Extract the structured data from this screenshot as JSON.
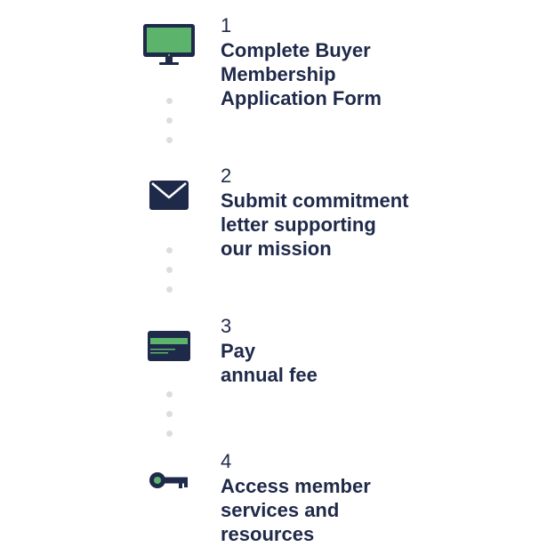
{
  "colors": {
    "navy": "#1f2a4a",
    "green": "#5cb46c",
    "dot_gray": "#dcdde2"
  },
  "steps": [
    {
      "number": "1",
      "title_lines": [
        "Complete Buyer",
        "Membership",
        "Application Form"
      ],
      "icon": "monitor-icon"
    },
    {
      "number": "2",
      "title_lines": [
        "Submit commitment",
        "letter supporting",
        "our mission"
      ],
      "icon": "envelope-icon"
    },
    {
      "number": "3",
      "title_lines": [
        "Pay",
        "annual fee"
      ],
      "icon": "credit-card-icon"
    },
    {
      "number": "4",
      "title_lines": [
        "Access member",
        "services and",
        "resources"
      ],
      "icon": "key-icon"
    }
  ]
}
